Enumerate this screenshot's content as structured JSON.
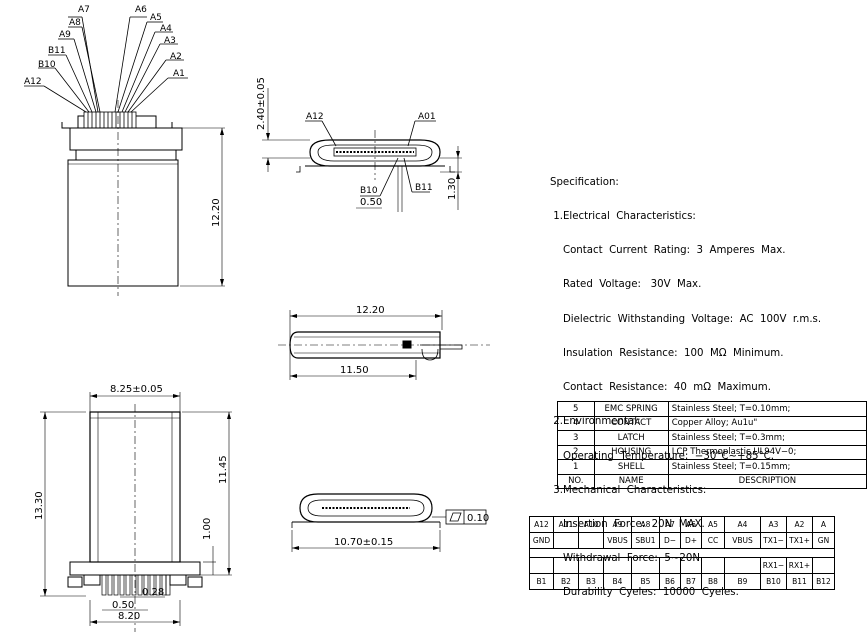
{
  "pin_callouts": [
    "A7",
    "A6",
    "A8",
    "A5",
    "A4",
    "A9",
    "A3",
    "B11",
    "A2",
    "B10",
    "A1",
    "A12"
  ],
  "front_view": {
    "height_dim": "12.20"
  },
  "end_view": {
    "thickness_dim": "2.40±0.05",
    "label_left": "A12",
    "label_right": "A01",
    "label_b10": "B10",
    "label_b11": "B11",
    "pitch_dim": "0.50",
    "offset_dim": "1.30"
  },
  "side_view": {
    "length_dim": "12.20",
    "body_dim": "11.50"
  },
  "bottom_view": {
    "width_dim": "8.25±0.05",
    "height_dim": "13.30",
    "body_dim": "11.45",
    "tail_dim": "1.00",
    "pin_width_dim": "0.28",
    "pitch_dim": "0.50",
    "span_dim": "8.20"
  },
  "mating_view": {
    "width_dim": "10.70±0.15",
    "flatness_value": "0.10"
  },
  "specification": {
    "lines": [
      "Specification:",
      " 1.Electrical  Characteristics:",
      "    Contact  Current  Rating:  3  Amperes  Max.",
      "    Rated  Voltage:   30V  Max.",
      "    Dielectric  Withstanding  Voltage:  AC  100V  r.m.s.",
      "    Insulation  Resistance:  100  MΩ  Minimum.",
      "    Contact  Resistance:  40  mΩ  Maximum.",
      " 2.Environmental:",
      "    Operating  Temperature:  −30°C~+85°C.",
      " 3.Mechanical  Characteristics:",
      "    Insertion  Force:  20N  MAX.",
      "    Withdrawal  Force:  5~20N.",
      "    Durability  Cyeles:  10000  Cyeles."
    ]
  },
  "bom": {
    "rows": [
      {
        "no": "5",
        "name": "EMC SPRING",
        "desc": "Stainless  Steel; T=0.10mm;"
      },
      {
        "no": "4",
        "name": "CONTACT",
        "desc": "Copper  Alloy; Au1u\""
      },
      {
        "no": "3",
        "name": "LATCH",
        "desc": "Stainless  Steel; T=0.3mm;"
      },
      {
        "no": "2",
        "name": "HOUSING",
        "desc": "LCP  Thermoplastic,UL94V−0;"
      },
      {
        "no": "1",
        "name": "SHELL",
        "desc": "Stainless  Steel; T=0.15mm;"
      }
    ],
    "header": {
      "no": "NO.",
      "name": "NAME",
      "desc": "DESCRIPTION"
    }
  },
  "pinout": {
    "a_pins": [
      "A12",
      "A11",
      "A10",
      "A9",
      "A8",
      "A7",
      "A6",
      "A5",
      "A4",
      "A3",
      "A2",
      "A"
    ],
    "a_signals": [
      "GND",
      "",
      "",
      "VBUS",
      "SBU1",
      "D−",
      "D+",
      "CC",
      "VBUS",
      "TX1−",
      "TX1+",
      "GN"
    ],
    "b_signals": [
      "",
      "",
      "",
      "",
      "",
      "",
      "",
      "",
      "",
      "RX1−",
      "RX1+",
      ""
    ],
    "b_pins": [
      "B1",
      "B2",
      "B3",
      "B4",
      "B5",
      "B6",
      "B7",
      "B8",
      "B9",
      "B10",
      "B11",
      "B12"
    ]
  }
}
